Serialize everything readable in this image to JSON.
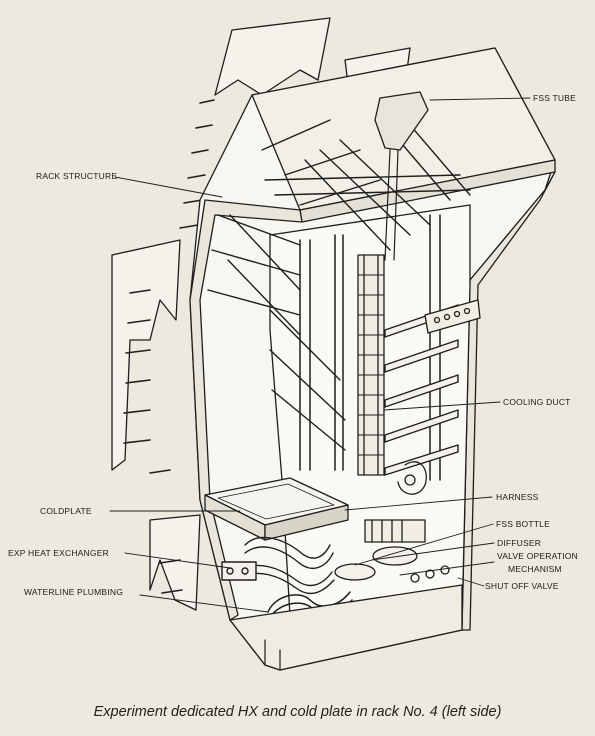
{
  "labels": {
    "fss_tube": "FSS TUBE",
    "rack_structure": "RACK STRUCTURE",
    "cooling_duct": "COOLING DUCT",
    "coldplate": "COLDPLATE",
    "harness": "HARNESS",
    "fss_bottle": "FSS BOTTLE",
    "diffuser": "DIFFUSER",
    "valve_operation_1": "VALVE OPERATION",
    "valve_operation_2": "MECHANISM",
    "exp_heat_exchanger": "EXP HEAT EXCHANGER",
    "waterline_plumbing": "WATERLINE PLUMBING",
    "shut_off_valve": "SHUT OFF VALVE"
  },
  "caption": "Experiment dedicated HX and cold plate in rack No. 4 (left side)"
}
